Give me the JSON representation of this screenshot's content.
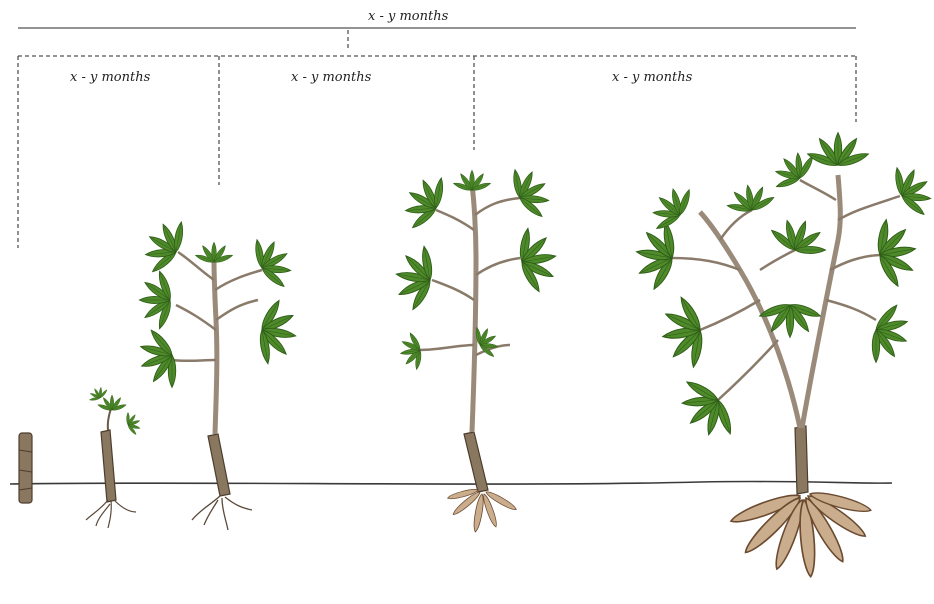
{
  "timeline": {
    "total_label": "x - y months",
    "stage_labels": [
      "x - y months",
      "x - y months",
      "x - y months"
    ]
  },
  "colors": {
    "leaf": "#4e8a2a",
    "leaf_dark": "#2f5e18",
    "stem": "#9a8a7a",
    "stem_dark": "#6b5a48",
    "root": "#c9ad8c",
    "root_dark": "#6b4a30",
    "line": "#555555"
  },
  "icons": [
    "cassava-cutting",
    "cassava-sprout",
    "cassava-young-plant",
    "cassava-plant-small-roots",
    "cassava-mature-plant-tubers"
  ]
}
